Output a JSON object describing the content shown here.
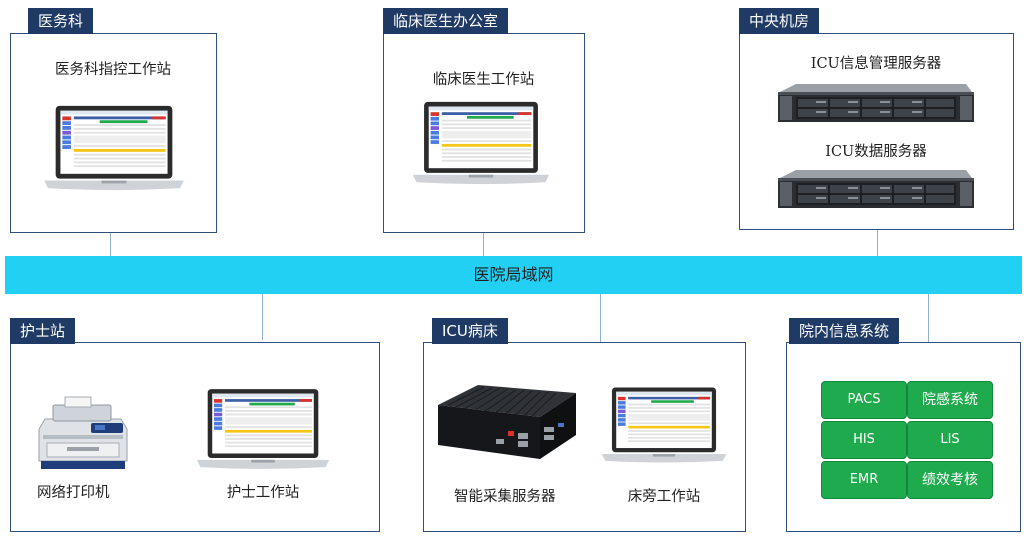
{
  "network": {
    "label": "医院局域网"
  },
  "departments": {
    "yiwu": {
      "tag": "医务科",
      "device": "医务科指控工作站"
    },
    "linchuang": {
      "tag": "临床医生办公室",
      "device": "临床医生工作站"
    },
    "zhongyang": {
      "tag": "中央机房",
      "server1": "ICU信息管理服务器",
      "server2": "ICU数据服务器"
    },
    "hushi": {
      "tag": "护士站",
      "printer": "网络打印机",
      "workstation": "护士工作站"
    },
    "icu": {
      "tag": "ICU病床",
      "collector": "智能采集服务器",
      "bedside": "床旁工作站"
    },
    "yuannei": {
      "tag": "院内信息系统",
      "systems": [
        "PACS",
        "院感系统",
        "HIS",
        "LIS",
        "EMR",
        "绩效考核"
      ]
    }
  },
  "colors": {
    "frame": "#2e4f7a",
    "tag_bg": "#1f3a64",
    "lan": "#22d0f4",
    "system_green": "#1faa4e",
    "connector": "#8fb0cf"
  },
  "icons": [
    "laptop-icon",
    "rack-server-icon",
    "printer-icon",
    "mini-pc-icon"
  ]
}
